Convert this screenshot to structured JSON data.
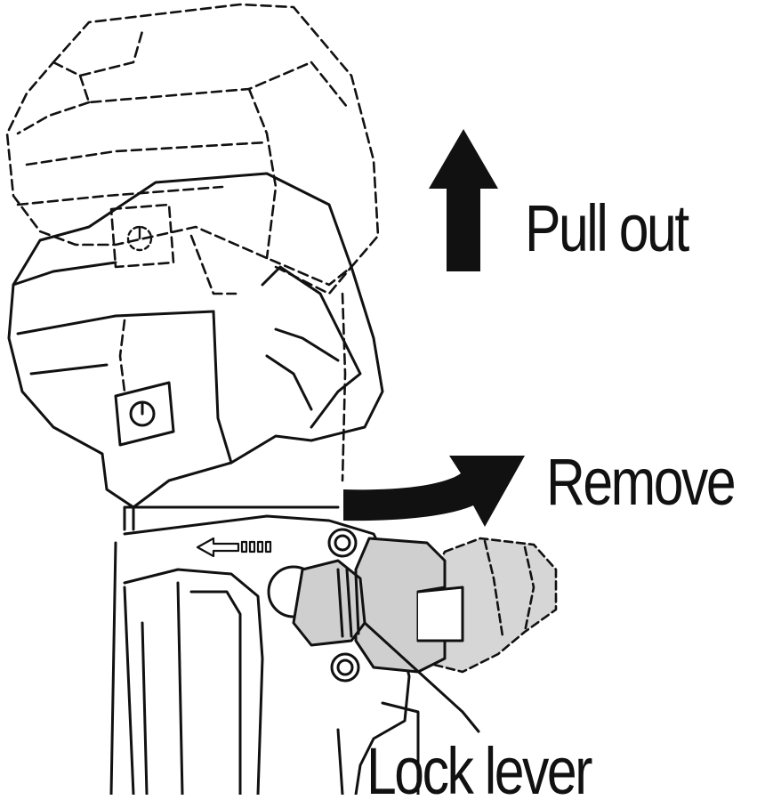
{
  "labels": {
    "pull_out": "Pull out",
    "remove": "Remove",
    "lock_lever": "Lock lever"
  },
  "icons": {
    "power_button_top": "power-icon",
    "power_button_bottom": "power-icon",
    "direction_arrow": "left-arrow-icon"
  },
  "colors": {
    "line": "#111111",
    "lever_fill": "#cfcfcf",
    "ghost_fill": "#d6d6d6",
    "background": "#ffffff"
  }
}
